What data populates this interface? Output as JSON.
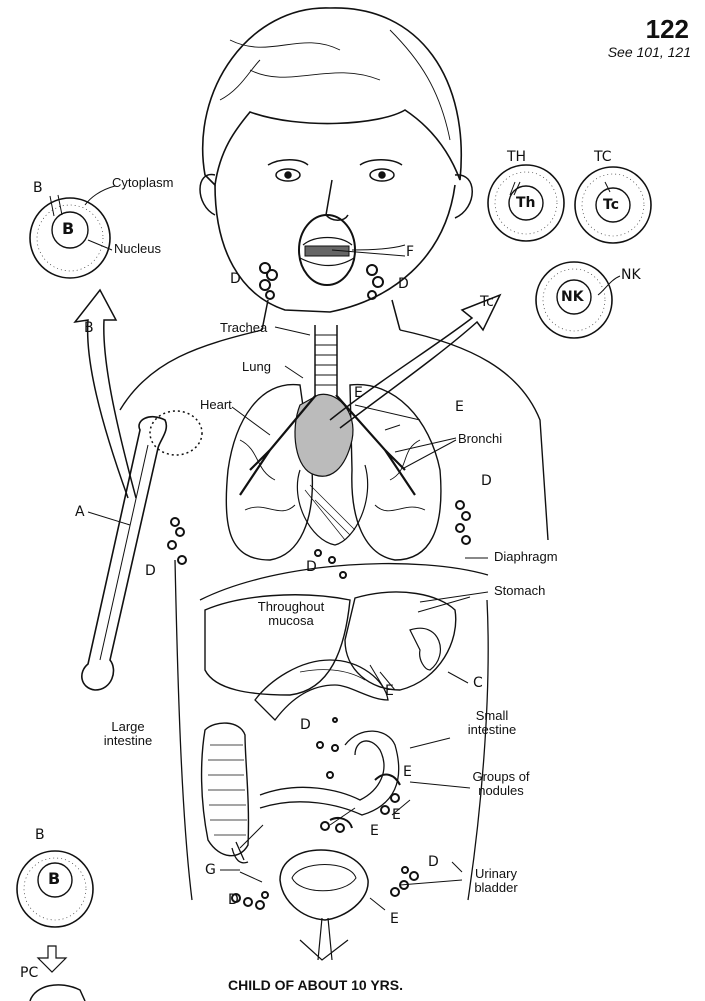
{
  "page": {
    "number": "122",
    "see_also": "See 101, 121"
  },
  "caption": "CHILD OF ABOUT 10 YRS.",
  "labels": {
    "cytoplasm": "Cytoplasm",
    "nucleus": "Nucleus",
    "trachea": "Trachea",
    "lung": "Lung",
    "heart": "Heart",
    "bronchi": "Bronchi",
    "diaphragm": "Diaphragm",
    "stomach": "Stomach",
    "throughout_mucosa": "Throughout mucosa",
    "small_intestine": "Small intestine",
    "large_intestine": "Large intestine",
    "groups_of_nodules": "Groups of nodules",
    "urinary_bladder": "Urinary bladder"
  },
  "letters": {
    "A": "A",
    "B": "B",
    "C": "C",
    "D": "D",
    "E": "E",
    "F": "F",
    "G": "G",
    "TH": "TH",
    "TC": "TC",
    "Tc": "Tc",
    "NK": "NK",
    "PC": "PC"
  },
  "cells": {
    "b_cell": "B",
    "helper_t": "Th",
    "cytotoxic_t": "Tc",
    "natural_killer": "NK"
  }
}
